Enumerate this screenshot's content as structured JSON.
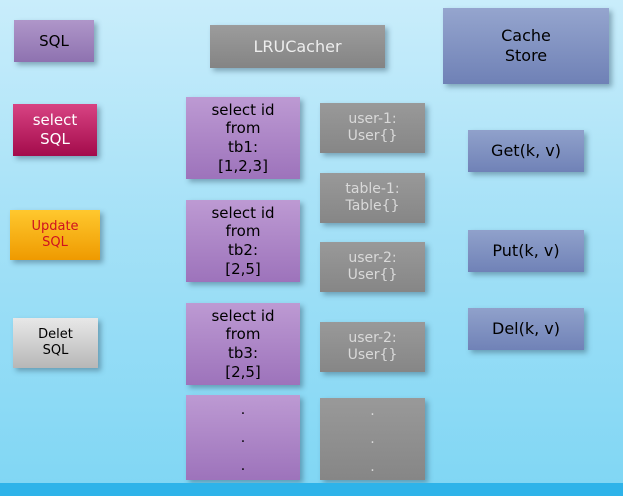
{
  "diagram": {
    "sql": {
      "label": "SQL"
    },
    "lru_cacher": {
      "label": "LRUCacher"
    },
    "cache_store": {
      "label": "Cache\nStore"
    },
    "sql_ops": {
      "select": {
        "label": "select\nSQL"
      },
      "update": {
        "label": "Update\nSQL"
      },
      "delete": {
        "label": "Delet\nSQL"
      }
    },
    "queries": [
      {
        "label": "select id\nfrom\ntb1:\n[1,2,3]"
      },
      {
        "label": "select id\nfrom\ntb2:\n[2,5]"
      },
      {
        "label": "select id\nfrom\ntb3:\n[2,5]"
      },
      {
        "label": ".\n.\n."
      }
    ],
    "cache_entries": [
      {
        "label": "user-1:\nUser{}"
      },
      {
        "label": "table-1:\nTable{}"
      },
      {
        "label": "user-2:\nUser{}"
      },
      {
        "label": "user-2:\nUser{}"
      },
      {
        "label": ".\n.\n."
      }
    ],
    "cache_ops": [
      {
        "label": "Get(k, v)"
      },
      {
        "label": "Put(k, v)"
      },
      {
        "label": "Del(k, v)"
      }
    ],
    "colors": {
      "background_top": "#c9edfb",
      "background_bottom": "#7fd6f4",
      "bottom_strip": "#2eb3e9",
      "purple": "#9e82ba",
      "magenta": "#b81f5f",
      "orange": "#f9b117",
      "silver": "#cfcfcf",
      "light_purple": "#ad87c7",
      "gray": "#909090",
      "blue_gray": "#8091c1",
      "update_text": "#cf1120"
    }
  }
}
